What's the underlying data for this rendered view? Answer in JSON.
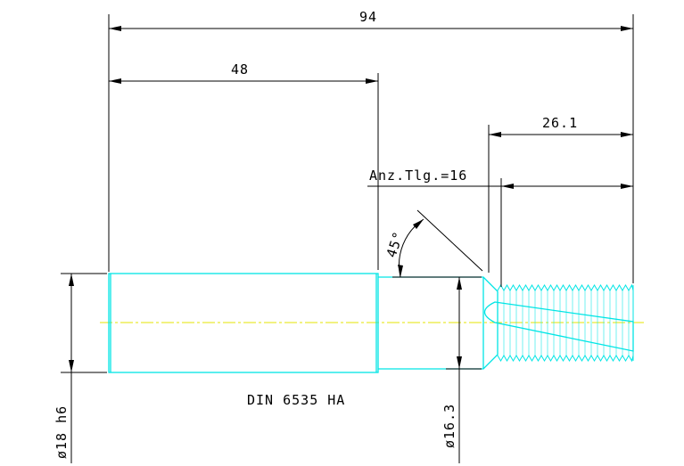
{
  "drawing": {
    "dims": {
      "total_length": "94",
      "shank_length": "48",
      "thread_length": "26.1",
      "tooth_count": "Anz.Tlg.=16",
      "chamfer_angle": "45°",
      "shank_diameter": "ø18 h6",
      "neck_diameter": "ø16.3"
    },
    "standard": "DIN 6535 HA",
    "colors": {
      "outline": "#00e5e5",
      "centerline": "#e5e500",
      "dimensions": "#000000",
      "background": "#ffffff"
    }
  }
}
